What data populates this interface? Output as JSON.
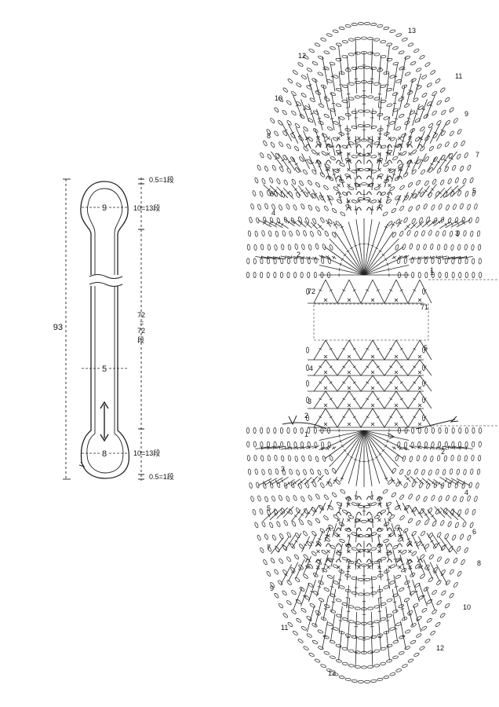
{
  "schematic": {
    "total_length": "93",
    "top_width": "9",
    "middle_width": "5",
    "bottom_width": "8",
    "side_labels": [
      "0.5=1段",
      "10=13段",
      "72",
      "=",
      "72",
      "段",
      "10=13段",
      "0.5=1段"
    ]
  },
  "chart": {
    "top_rows": [
      "1",
      "2",
      "3",
      "4",
      "5",
      "6",
      "7",
      "8",
      "9",
      "10",
      "11",
      "12",
      "13"
    ],
    "bottom_rows": [
      "1",
      "2",
      "3",
      "4",
      "5",
      "6",
      "7",
      "8",
      "9",
      "10",
      "11",
      "12",
      "13"
    ],
    "middle_rows": [
      "1",
      "2",
      "3",
      "4",
      "5",
      "71",
      "72"
    ]
  }
}
